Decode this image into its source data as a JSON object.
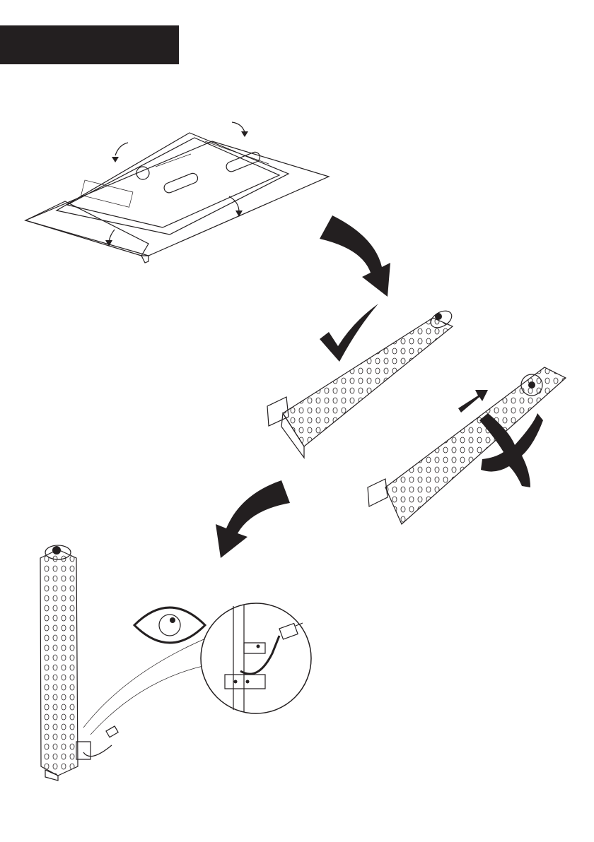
{
  "page": {
    "header_box_color": "#231f20",
    "ink_color": "#231f20",
    "background": "#ffffff"
  },
  "steps": [
    {
      "id": "unbox-tv",
      "icon": "tv-in-box-illustration"
    },
    {
      "id": "correct-orientation",
      "icon": "checkmark-icon"
    },
    {
      "id": "incorrect-orientation",
      "icon": "cross-icon"
    },
    {
      "id": "stand-upright",
      "icon": "upright-speaker-illustration"
    },
    {
      "id": "inspect-cable",
      "icon": "eye-icon"
    }
  ]
}
